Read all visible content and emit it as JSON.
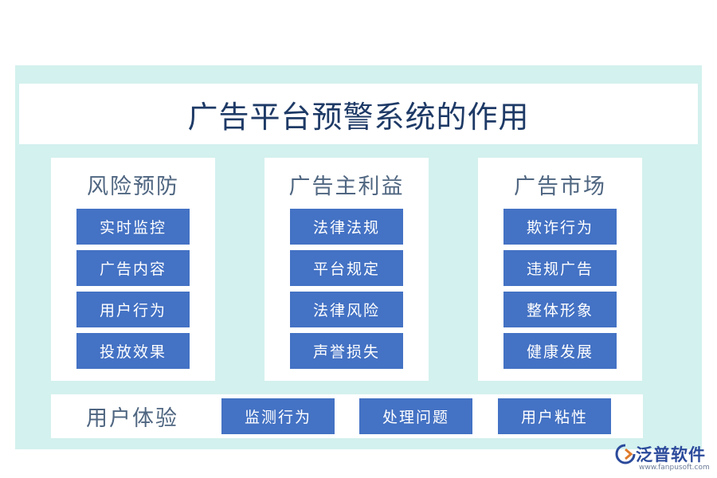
{
  "title": "广告平台预警系统的作用",
  "columns": [
    {
      "heading": "风险预防",
      "items": [
        "实时监控",
        "广告内容",
        "用户行为",
        "投放效果"
      ]
    },
    {
      "heading": "广告主利益",
      "items": [
        "法律法规",
        "平台规定",
        "法律风险",
        "声誉损失"
      ]
    },
    {
      "heading": "广告市场",
      "items": [
        "欺诈行为",
        "违规广告",
        "整体形象",
        "健康发展"
      ]
    }
  ],
  "bottom": {
    "heading": "用户体验",
    "items": [
      "监测行为",
      "处理问题",
      "用户粘性"
    ]
  },
  "logo": {
    "name": "泛普软件",
    "url": "www.fanpusoft.com",
    "icon": "fanpu-logo-icon"
  },
  "colors": {
    "panel_bg": "#d3f1ee",
    "box_fill": "#4472c4",
    "title_text": "#1e3a66",
    "heading_text": "#4f6681"
  }
}
